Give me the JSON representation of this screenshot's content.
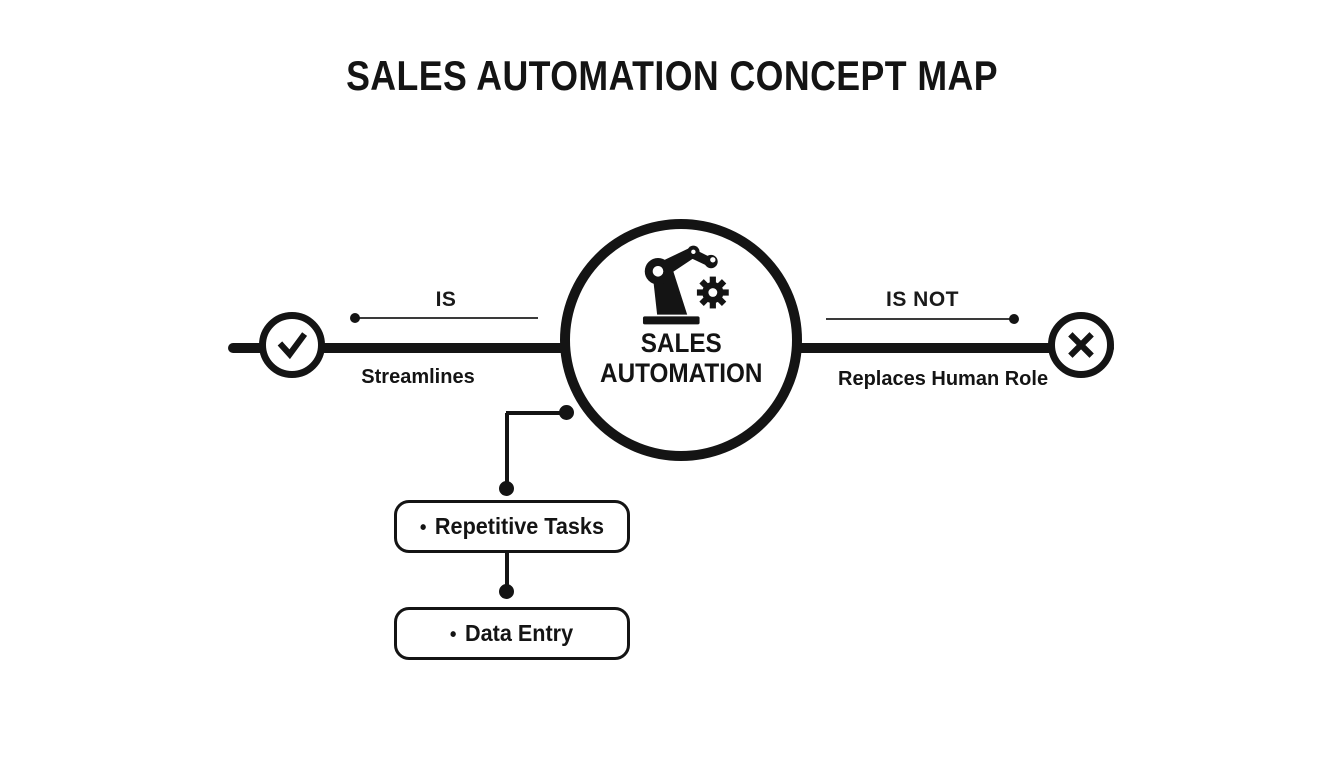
{
  "page": {
    "title": "SALES AUTOMATION CONCEPT MAP",
    "background_color": "#ffffff",
    "ink_color": "#141414"
  },
  "center_node": {
    "icon": "robot-arm-gear-icon",
    "label_line1": "SALES",
    "label_line2": "AUTOMATION"
  },
  "left_branch": {
    "relation_label": "IS",
    "edge_label": "Streamlines",
    "terminal_icon": "check-icon"
  },
  "right_branch": {
    "relation_label": "IS NOT",
    "edge_label": "Replaces Human Role",
    "terminal_icon": "x-icon"
  },
  "sub_nodes": [
    {
      "bullet": "•",
      "label": "Repetitive Tasks"
    },
    {
      "bullet": "•",
      "label": "Data Entry"
    }
  ]
}
